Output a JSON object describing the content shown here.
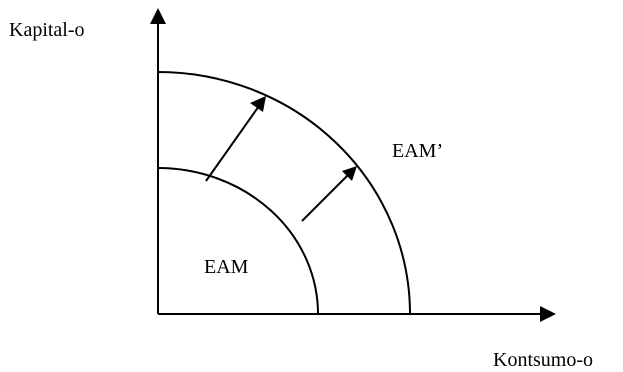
{
  "axes": {
    "y_label": "Kapital-o",
    "x_label": "Kontsumo-o"
  },
  "curves": {
    "inner_label": "EAM",
    "outer_label": "EAM’"
  },
  "shift_arrows": {
    "count": 2,
    "direction": "outward"
  },
  "colors": {
    "ink": "#000000",
    "background": "#ffffff"
  }
}
